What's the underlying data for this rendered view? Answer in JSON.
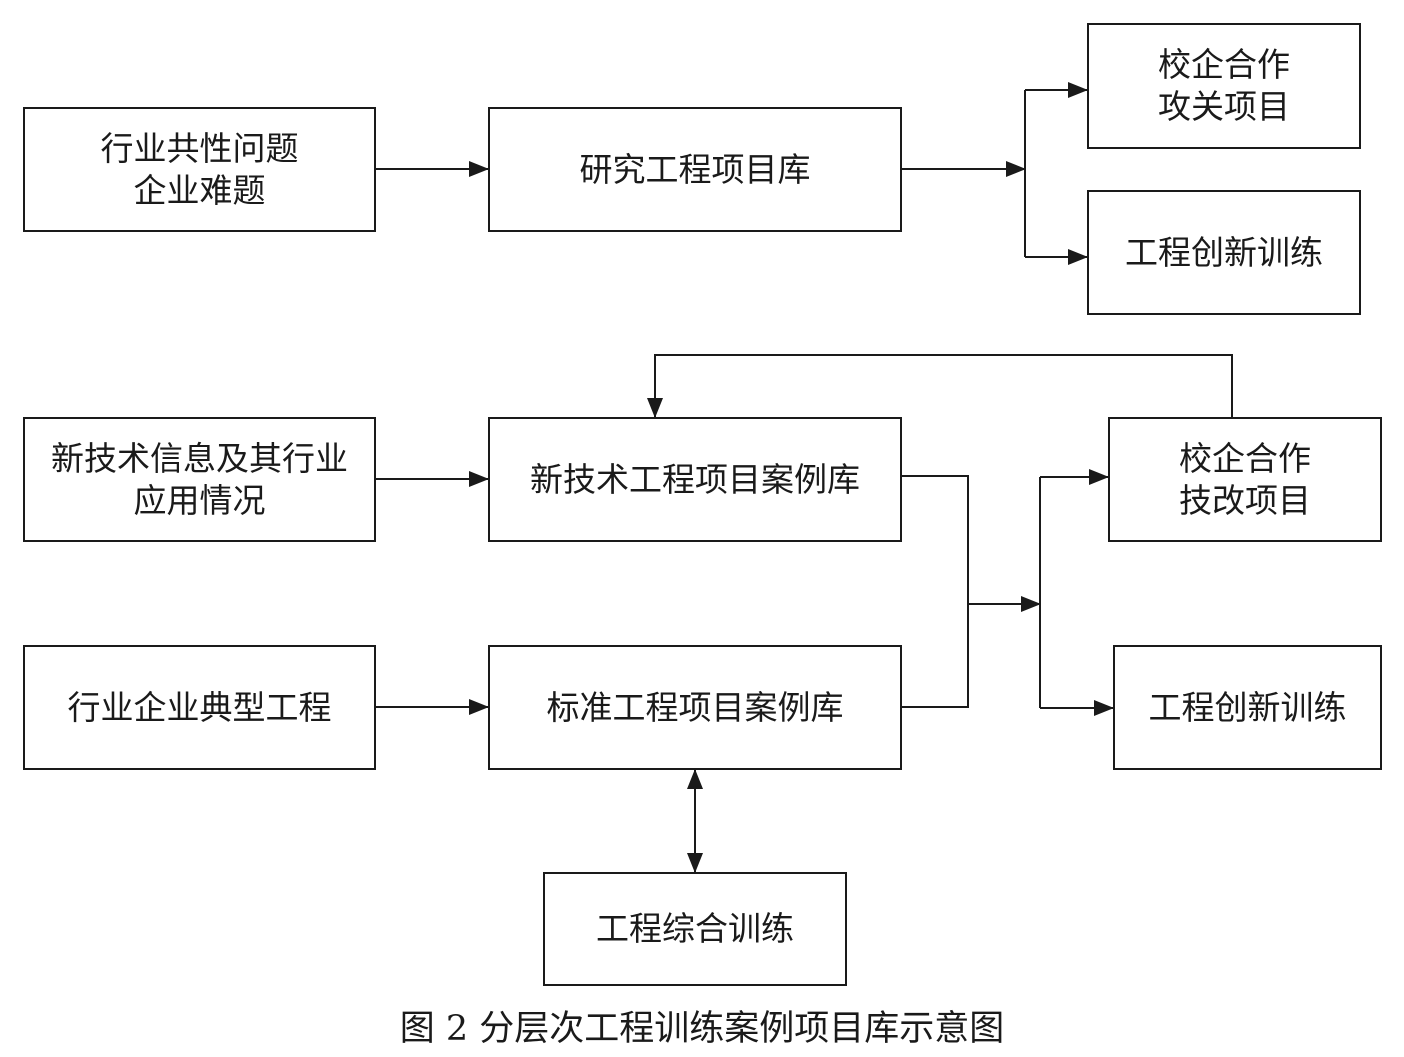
{
  "nodes": {
    "industry_problems": {
      "lines": [
        "行业共性问题",
        "企业难题"
      ]
    },
    "research_library": {
      "lines": [
        "研究工程项目库"
      ]
    },
    "coop_tackling": {
      "lines": [
        "校企合作",
        "攻关项目"
      ]
    },
    "innovation_top": {
      "lines": [
        "工程创新训练"
      ]
    },
    "new_tech_info": {
      "lines": [
        "新技术信息及其行业",
        "应用情况"
      ]
    },
    "new_tech_library": {
      "lines": [
        "新技术工程项目案例库"
      ]
    },
    "coop_tech_reform": {
      "lines": [
        "校企合作",
        "技改项目"
      ]
    },
    "typical_projects": {
      "lines": [
        "行业企业典型工程"
      ]
    },
    "standard_library": {
      "lines": [
        "标准工程项目案例库"
      ]
    },
    "innovation_bottom": {
      "lines": [
        "工程创新训练"
      ]
    },
    "comprehensive_training": {
      "lines": [
        "工程综合训练"
      ]
    }
  },
  "caption": "图 2  分层次工程训练案例项目库示意图",
  "colors": {
    "stroke": "#1a1a1a",
    "background": "#ffffff"
  }
}
